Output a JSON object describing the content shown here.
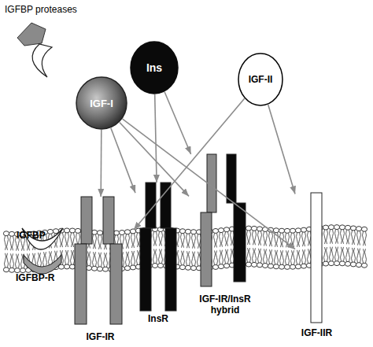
{
  "diagram": {
    "nodes": [
      {
        "text": [
          "IGF-I"
        ]
      },
      {
        "text": [
          "Ins"
        ]
      },
      {
        "text": [
          "IGF-II"
        ]
      },
      {
        "text": [
          "IGF-IR"
        ]
      },
      {
        "text": [
          "InsR"
        ]
      },
      {
        "text": [
          "IGF-IR/InsR hybrid"
        ]
      },
      {
        "text": [
          "IGF-IIR"
        ]
      }
    ],
    "edges": [
      {
        "from": 0,
        "to": 3,
        "arrow": "to"
      },
      {
        "from": 0,
        "to": 4,
        "arrow": "to"
      },
      {
        "from": 0,
        "to": 5,
        "arrow": "to"
      },
      {
        "from": 0,
        "to": 6,
        "arrow": "to"
      },
      {
        "from": 1,
        "to": 4,
        "arrow": "to"
      },
      {
        "from": 1,
        "to": 5,
        "arrow": "to"
      },
      {
        "from": 2,
        "to": 3,
        "arrow": "to"
      },
      {
        "from": 2,
        "to": 6,
        "arrow": "to"
      }
    ],
    "labels": [
      "IGFBP proteases",
      "IGFBP",
      "IGFBP-R"
    ]
  }
}
